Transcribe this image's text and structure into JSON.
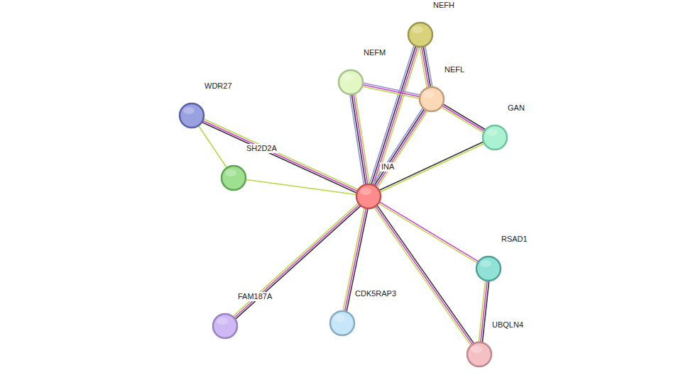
{
  "diagram": {
    "nodes": [
      {
        "text": [
          "NEFH"
        ]
      },
      {
        "text": [
          "NEFM"
        ]
      },
      {
        "text": [
          "NEFL"
        ]
      },
      {
        "text": [
          "WDR27"
        ]
      },
      {
        "text": [
          "GAN"
        ]
      },
      {
        "text": [
          "SH2D2A"
        ]
      },
      {
        "text": [
          "INA"
        ]
      },
      {
        "text": [
          "RSAD1"
        ]
      },
      {
        "text": [
          "FAM187A"
        ]
      },
      {
        "text": [
          "CDK5RAP3"
        ]
      },
      {
        "text": [
          "UBQLN4"
        ]
      }
    ],
    "edges": [
      {
        "from": 6,
        "to": 0,
        "arrow": "none"
      },
      {
        "from": 6,
        "to": 1,
        "arrow": "none"
      },
      {
        "from": 6,
        "to": 2,
        "arrow": "none"
      },
      {
        "from": 6,
        "to": 4,
        "arrow": "none"
      },
      {
        "from": 6,
        "to": 3,
        "arrow": "none"
      },
      {
        "from": 6,
        "to": 5,
        "arrow": "none"
      },
      {
        "from": 6,
        "to": 7,
        "arrow": "none"
      },
      {
        "from": 6,
        "to": 10,
        "arrow": "none"
      },
      {
        "from": 6,
        "to": 8,
        "arrow": "none"
      },
      {
        "from": 6,
        "to": 9,
        "arrow": "none"
      },
      {
        "from": 1,
        "to": 2,
        "arrow": "none"
      },
      {
        "from": 0,
        "to": 2,
        "arrow": "none"
      },
      {
        "from": 2,
        "to": 4,
        "arrow": "none"
      },
      {
        "from": 3,
        "to": 5,
        "arrow": "none"
      },
      {
        "from": 7,
        "to": 10,
        "arrow": "none"
      }
    ]
  }
}
